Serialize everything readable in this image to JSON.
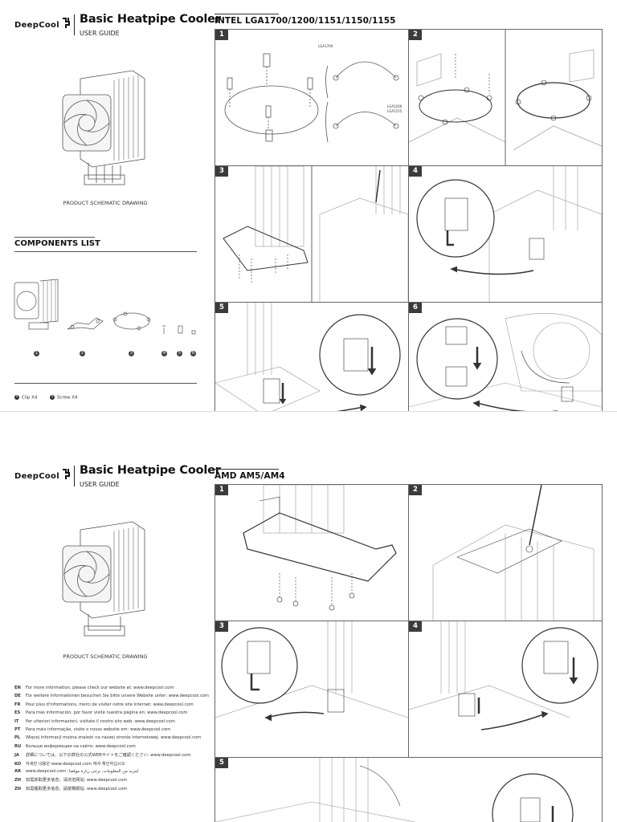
{
  "brand": "DeepCool",
  "page1": {
    "title": "Basic Heatpipe Cooler",
    "subtitle": "USER GUIDE",
    "schematic_caption": "PRODUCT SCHEMATIC DRAWING",
    "section_title": "INTEL LGA1700/1200/1151/1150/1155",
    "components_title": "COMPONENTS LIST",
    "component_numbers": [
      "1",
      "2",
      "3",
      "4",
      "5",
      "6"
    ],
    "socket_labels": {
      "top": "LGA1700",
      "bottom_a": "LGA1200",
      "bottom_b": "LGA1155"
    },
    "legend": [
      {
        "num": "4",
        "text": "Clip X4"
      },
      {
        "num": "5",
        "text": "Screw X4"
      }
    ],
    "steps": [
      "1",
      "2",
      "3",
      "4",
      "5",
      "6"
    ]
  },
  "page2": {
    "title": "Basic Heatpipe Cooler",
    "subtitle": "USER GUIDE",
    "schematic_caption": "PRODUCT SCHEMATIC DRAWING",
    "section_title": "AMD AM5/AM4",
    "steps": [
      "1",
      "2",
      "3",
      "4",
      "5"
    ],
    "languages": [
      {
        "code": "EN",
        "text": "For more information, please check our website at: www.deepcool.com"
      },
      {
        "code": "DE",
        "text": "Für weitere Informationen besuchen Sie bitte unsere Website unter: www.deepcool.com"
      },
      {
        "code": "FR",
        "text": "Pour plus d'informations, merci de visiter notre site internet: www.deepcool.com"
      },
      {
        "code": "ES",
        "text": "Para más información, por favor visite nuestra página en: www.deepcool.com"
      },
      {
        "code": "IT",
        "text": "Per ulteriori informazioni, visitate il nostro sito web: www.deepcool.com"
      },
      {
        "code": "PT",
        "text": "Para mais informação, visite o nosso website em: www.deepcool.com"
      },
      {
        "code": "PL",
        "text": "Więcej informacji można znaleźć na naszej stronie internetowej: www.deepcool.com"
      },
      {
        "code": "RU",
        "text": "Больше информации на сайте: www.deepcool.com"
      },
      {
        "code": "JA",
        "text": "詳細については、以下の弊社の公式WEBサイトをご確認ください: www.deepcool.com"
      },
      {
        "code": "KO",
        "text": "자세한 내용은 www.deepcool.com 에서 확인하십시오"
      },
      {
        "code": "AR",
        "text": "www.deepcool.com :لمزيد من المعلومات، يرجى زيارة موقعنا"
      },
      {
        "code": "ZH",
        "text": "如需获取更多信息，请浏览网站: www.deepcool.com"
      },
      {
        "code": "ZH",
        "text": "如需獲取更多信息，請瀏覽網站: www.deepcool.com"
      }
    ]
  }
}
